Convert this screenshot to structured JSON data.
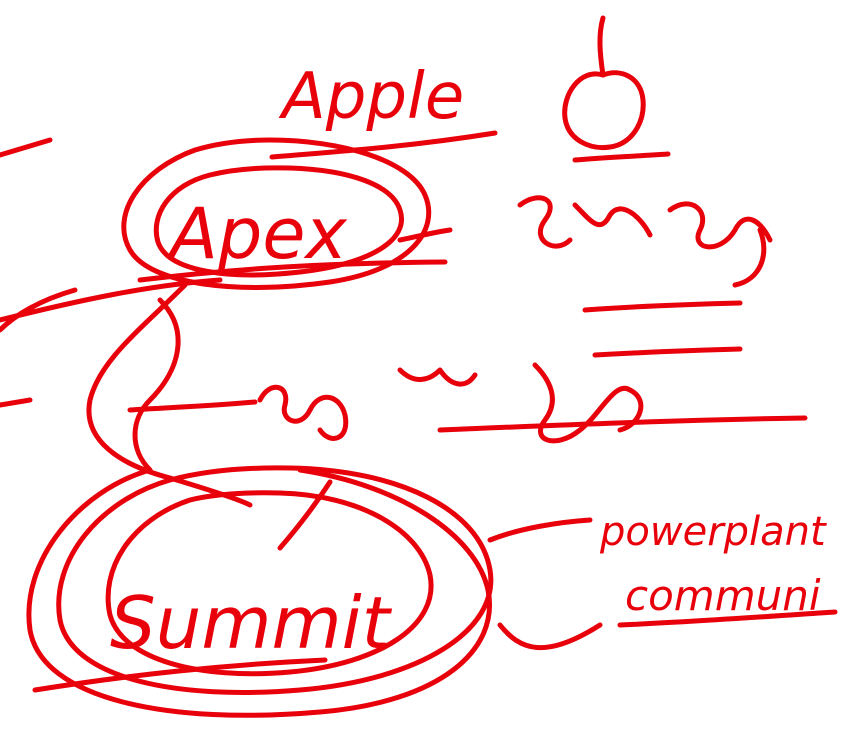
{
  "ink_color": "#e8000b",
  "words": {
    "apple": "Apple",
    "apex": "Apex",
    "summit": "Summit",
    "powerplant": "powerplant",
    "communi": "communi"
  }
}
